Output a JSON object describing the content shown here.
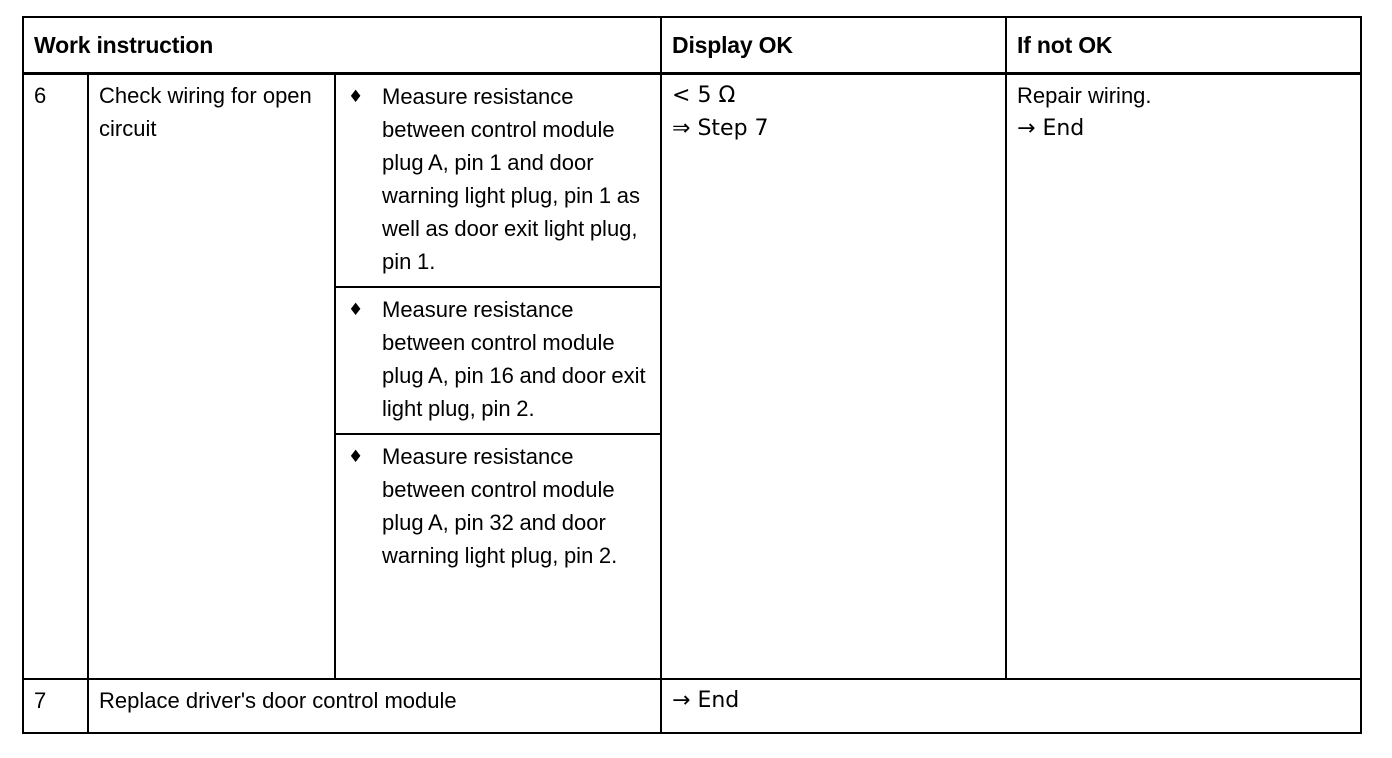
{
  "table": {
    "headers": {
      "work_instruction": "Work instruction",
      "display_ok": "Display OK",
      "if_not_ok": "If not OK"
    },
    "rows": [
      {
        "step": "6",
        "description": "Check wiring for open circuit",
        "bullet_symbol": "♦",
        "bullets": [
          "Measure resistance between control module plug A, pin 1 and door warning light plug, pin 1 as well as door exit light plug, pin 1.",
          "Measure resistance between control module plug A, pin 16 and door exit light plug, pin 2.",
          "Measure resistance between control module plug A, pin 32 and door warning light plug, pin 2."
        ],
        "display_ok": {
          "line1": "< 5 Ω",
          "line2": "⇒ Step 7"
        },
        "if_not_ok": {
          "line1": "Repair wiring.",
          "line2": "→ End"
        }
      },
      {
        "step": "7",
        "description": "Replace driver's door control module",
        "display_ok": {
          "line1": "→ End"
        },
        "if_not_ok": {
          "line1": ""
        }
      }
    ]
  },
  "colors": {
    "text": "#000000",
    "background": "#ffffff",
    "rule": "#000000"
  }
}
